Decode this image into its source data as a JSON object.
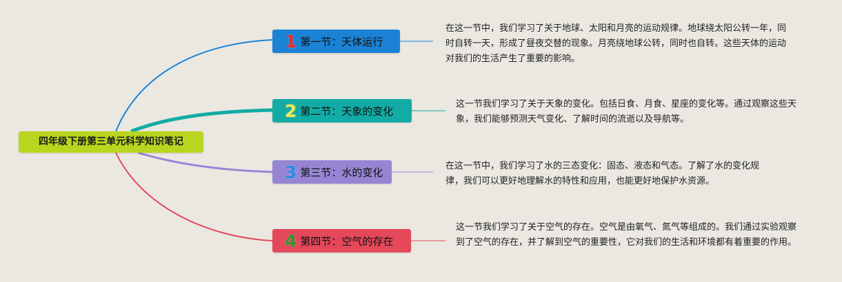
{
  "mindmap": {
    "root": {
      "label": "四年级下册第三单元科学知识笔记",
      "color": "#b9d51f"
    },
    "topics": [
      {
        "number": "1",
        "label": "第一节：天体运行",
        "color": "#1b82d6",
        "number_color": "#e02f2f",
        "branch_color": "#1b82d6",
        "description": "在这一节中，我们学习了关于地球、太阳和月亮的运动规律。地球绕太阳公转一年，同时自转一天，形成了昼夜交替的现象。月亮绕地球公转，同时也自转。这些天体的运动对我们的生活产生了重要的影响。"
      },
      {
        "number": "2",
        "label": "第二节：天象的变化",
        "color": "#13aba5",
        "number_color": "#f2e94b",
        "branch_color": "#13aba5",
        "description": "这一节我们学习了关于天象的变化。包括日食、月食、星座的变化等。通过观察这些天象，我们能够预测天气变化、了解时间的流逝以及导航等。"
      },
      {
        "number": "3",
        "label": "第三节：水的变化",
        "color": "#9585d3",
        "number_color": "#2a8be0",
        "branch_color": "#9585d3",
        "description": "在这一节中，我们学习了水的三态变化：固态、液态和气态。了解了水的变化规律，我们可以更好地理解水的特性和应用，也能更好地保护水资源。"
      },
      {
        "number": "4",
        "label": "第四节：空气的存在",
        "color": "#e4485a",
        "number_color": "#2a9a2a",
        "branch_color": "#e4485a",
        "description": "这一节我们学习了关于空气的存在。空气是由氧气、氮气等组成的。我们通过实验观察到了空气的存在，并了解到空气的重要性，它对我们的生活和环境都有着重要的作用。"
      }
    ]
  }
}
